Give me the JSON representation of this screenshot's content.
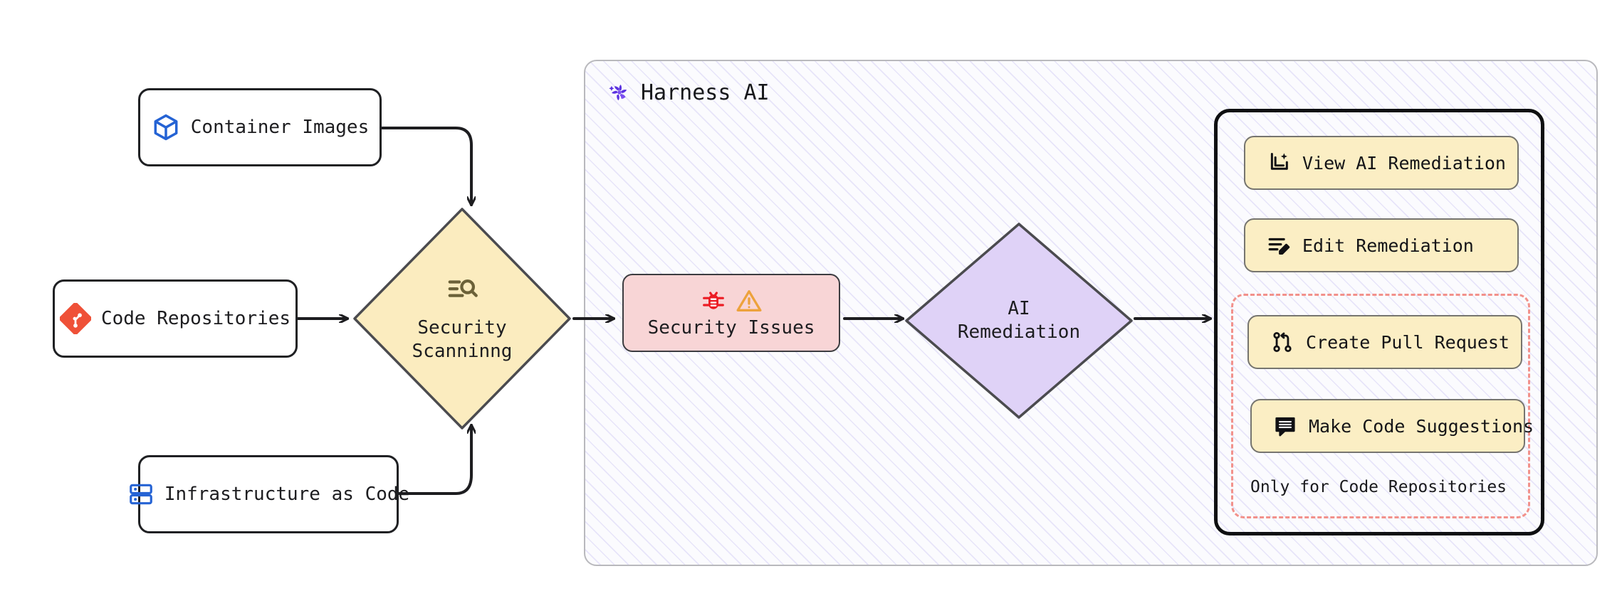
{
  "diagram": {
    "title": "Harness AI security scanning and AI remediation flow",
    "sources": [
      {
        "id": "container-images",
        "label": "Container Images",
        "icon": "cube-icon",
        "icon_color": "#2563d4"
      },
      {
        "id": "code-repositories",
        "label": "Code Repositories",
        "icon": "git-icon",
        "icon_color": "#ef5138"
      },
      {
        "id": "infrastructure-as-code",
        "label": "Infrastructure as Code",
        "icon": "server-stack-icon",
        "icon_color": "#2563d4"
      }
    ],
    "process": {
      "security_scanning": {
        "label_line1": "Security",
        "label_line2": "Scanninng",
        "icon": "scan-search-icon",
        "fill": "#fbecbf",
        "stroke": "#4b4b4f"
      },
      "security_issues": {
        "label": "Security Issues",
        "icons": [
          "bug-icon",
          "warning-triangle-icon"
        ],
        "bug_color": "#ec1c24",
        "warning_color": "#eda23c",
        "fill": "#f8d5d6",
        "stroke": "#3c3c40"
      },
      "ai_remediation": {
        "label_line1": "AI",
        "label_line2": "Remediation",
        "fill": "#dfd2f7",
        "stroke": "#4b4b4f"
      }
    },
    "harness": {
      "title": "Harness AI",
      "logo_icon": "harness-pinwheel-icon",
      "logo_color": "#5b32e0",
      "hatch_color": "#7d6ee1"
    },
    "actions": {
      "items": [
        {
          "id": "view-ai-remediation",
          "label": "View AI Remediation",
          "icon": "document-sparkle-icon"
        },
        {
          "id": "edit-remediation",
          "label": "Edit Remediation",
          "icon": "lines-pencil-icon"
        },
        {
          "id": "create-pull-request",
          "label": "Create Pull Request",
          "icon": "git-pull-request-icon"
        },
        {
          "id": "make-code-suggestions",
          "label": "Make Code Suggestions",
          "icon": "comment-lines-icon"
        }
      ],
      "restricted_caption": "Only for Code Repositories",
      "restricted_border_color": "#f2918b",
      "button_fill": "#fbeec4",
      "button_stroke": "#76756f"
    },
    "colors": {
      "arrow": "#1d1d20",
      "container_border": "#b9b9bd",
      "panel_border": "#0e0f11"
    }
  }
}
